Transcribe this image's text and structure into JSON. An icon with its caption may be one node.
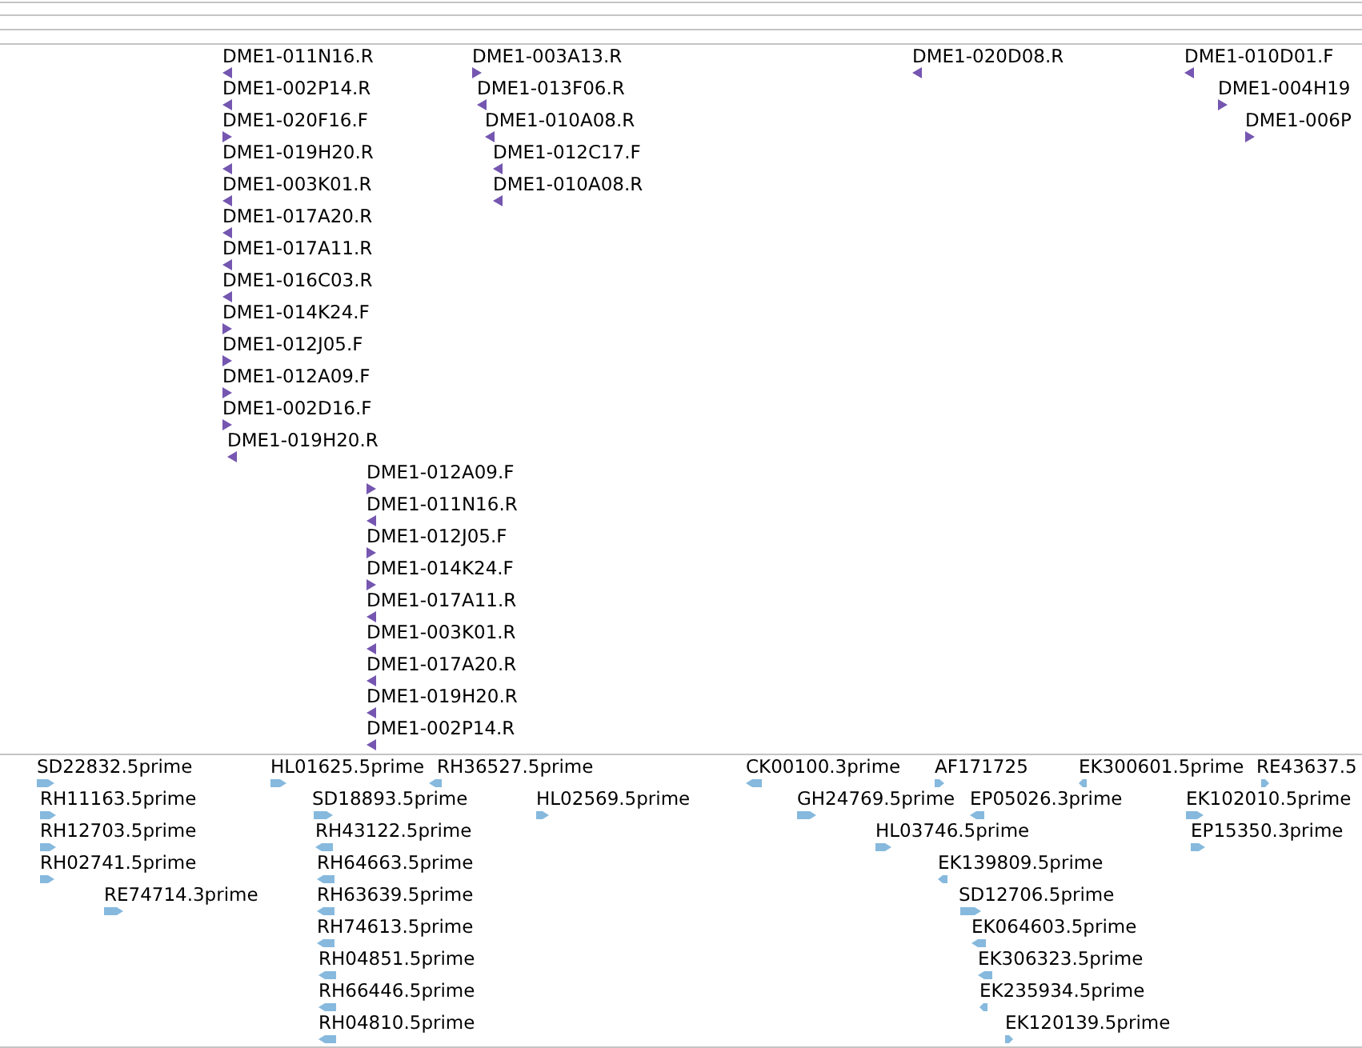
{
  "diagram": {
    "nodes": [
      {
        "text": [
          "DME1-011N16.R"
        ]
      },
      {
        "text": [
          "DME1-002P14.R"
        ]
      },
      {
        "text": [
          "DME1-020F16.F"
        ]
      },
      {
        "text": [
          "DME1-019H20.R"
        ]
      },
      {
        "text": [
          "DME1-003K01.R"
        ]
      },
      {
        "text": [
          "DME1-017A20.R"
        ]
      },
      {
        "text": [
          "DME1-017A11.R"
        ]
      },
      {
        "text": [
          "DME1-016C03.R"
        ]
      },
      {
        "text": [
          "DME1-014K24.F"
        ]
      },
      {
        "text": [
          "DME1-012J05.F"
        ]
      },
      {
        "text": [
          "DME1-012A09.F"
        ]
      },
      {
        "text": [
          "DME1-002D16.F"
        ]
      },
      {
        "text": [
          "DME1-019H20.R"
        ]
      },
      {
        "text": [
          "DME1-003A13.R"
        ]
      },
      {
        "text": [
          "DME1-013F06.R"
        ]
      },
      {
        "text": [
          "DME1-010A08.R"
        ]
      },
      {
        "text": [
          "DME1-012C17.F"
        ]
      },
      {
        "text": [
          "DME1-010A08.R"
        ]
      },
      {
        "text": [
          "DME1-012A09.F"
        ]
      },
      {
        "text": [
          "DME1-011N16.R"
        ]
      },
      {
        "text": [
          "DME1-012J05.F"
        ]
      },
      {
        "text": [
          "DME1-014K24.F"
        ]
      },
      {
        "text": [
          "DME1-017A11.R"
        ]
      },
      {
        "text": [
          "DME1-003K01.R"
        ]
      },
      {
        "text": [
          "DME1-017A20.R"
        ]
      },
      {
        "text": [
          "DME1-019H20.R"
        ]
      },
      {
        "text": [
          "DME1-002P14.R"
        ]
      },
      {
        "text": [
          "DME1-020D08.R"
        ]
      },
      {
        "text": [
          "DME1-010D01.F"
        ]
      },
      {
        "text": [
          "DME1-004H19"
        ]
      },
      {
        "text": [
          "DME1-006P"
        ]
      },
      {
        "text": [
          "SD22832.5prime"
        ]
      },
      {
        "text": [
          "RH11163.5prime"
        ]
      },
      {
        "text": [
          "RH12703.5prime"
        ]
      },
      {
        "text": [
          "RH02741.5prime"
        ]
      },
      {
        "text": [
          "RE74714.3prime"
        ]
      },
      {
        "text": [
          "HL01625.5prime"
        ]
      },
      {
        "text": [
          "RH36527.5prime"
        ]
      },
      {
        "text": [
          "SD18893.5prime"
        ]
      },
      {
        "text": [
          "RH43122.5prime"
        ]
      },
      {
        "text": [
          "RH64663.5prime"
        ]
      },
      {
        "text": [
          "RH63639.5prime"
        ]
      },
      {
        "text": [
          "RH74613.5prime"
        ]
      },
      {
        "text": [
          "RH04851.5prime"
        ]
      },
      {
        "text": [
          "RH66446.5prime"
        ]
      },
      {
        "text": [
          "RH04810.5prime"
        ]
      },
      {
        "text": [
          "HL02569.5prime"
        ]
      },
      {
        "text": [
          "CK00100.3prime"
        ]
      },
      {
        "text": [
          "GH24769.5prime"
        ]
      },
      {
        "text": [
          "HL03746.5prime"
        ]
      },
      {
        "text": [
          "AF171725"
        ]
      },
      {
        "text": [
          "EP05026.3prime"
        ]
      },
      {
        "text": [
          "EK139809.5prime"
        ]
      },
      {
        "text": [
          "SD12706.5prime"
        ]
      },
      {
        "text": [
          "EK064603.5prime"
        ]
      },
      {
        "text": [
          "EK306323.5prime"
        ]
      },
      {
        "text": [
          "EK235934.5prime"
        ]
      },
      {
        "text": [
          "EK120139.5prime"
        ]
      },
      {
        "text": [
          "EK300601.5prime"
        ]
      },
      {
        "text": [
          "RE43637.5"
        ]
      },
      {
        "text": [
          "EK102010.5prime"
        ]
      },
      {
        "text": [
          "EP15350.3prime"
        ]
      }
    ]
  }
}
